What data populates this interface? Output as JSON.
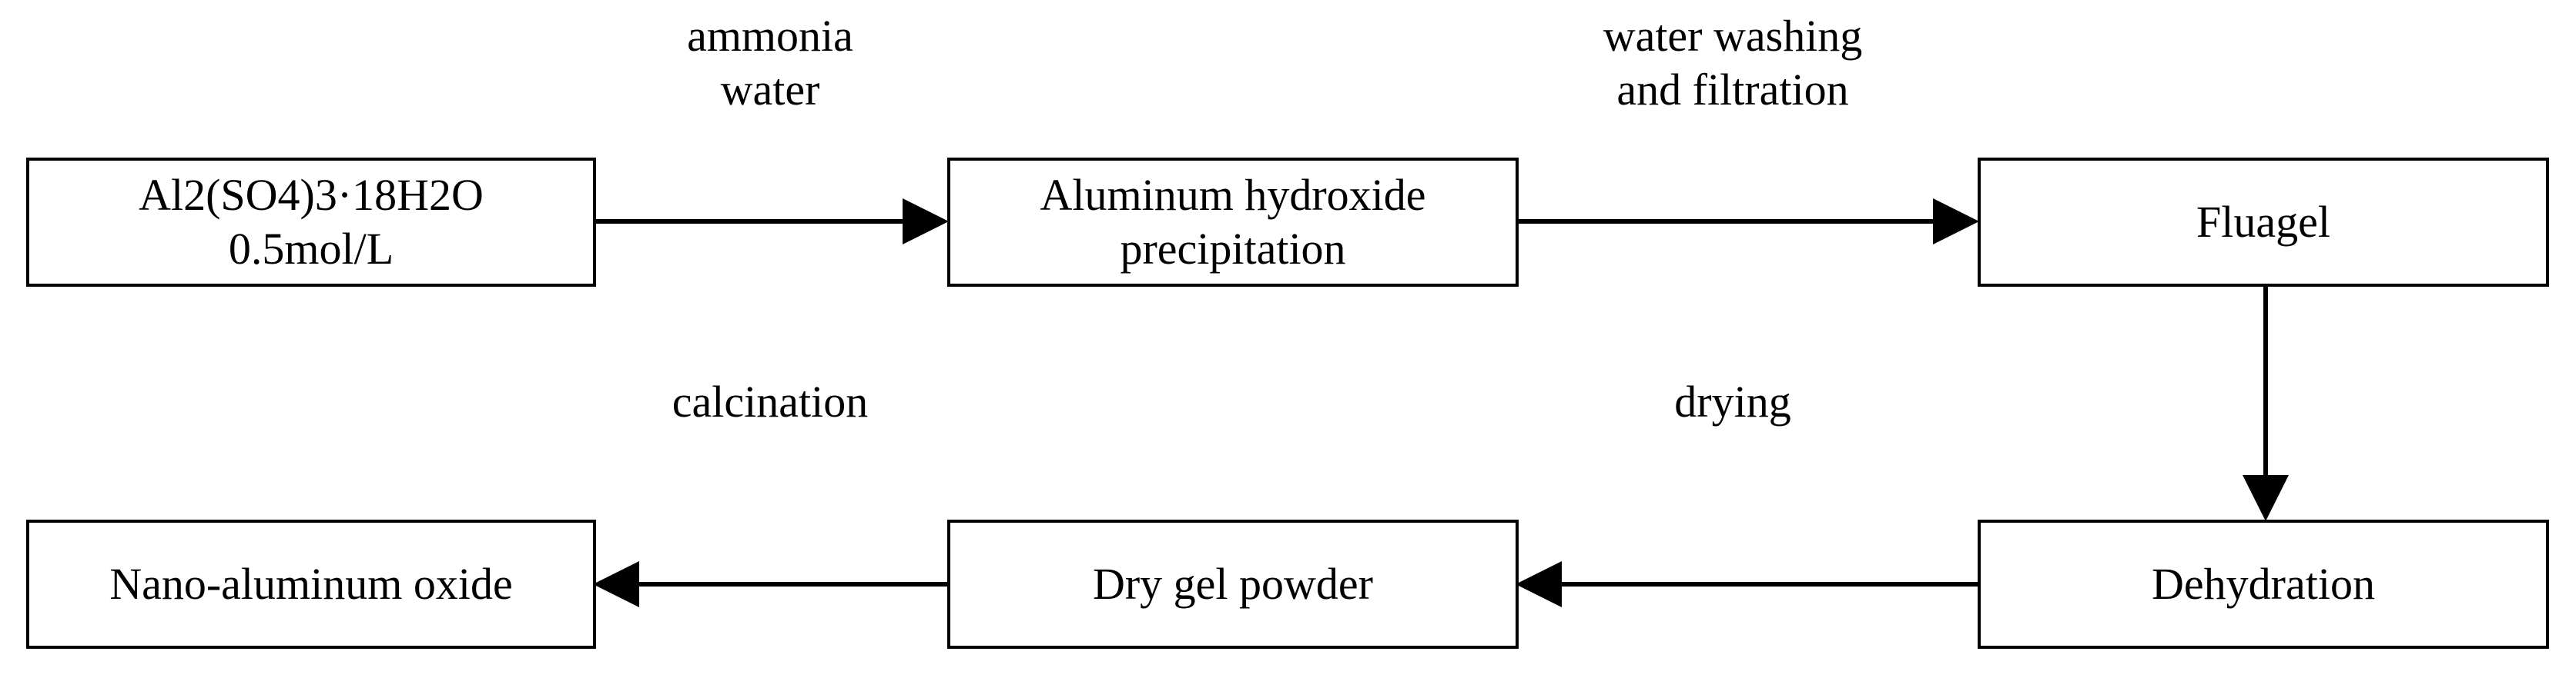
{
  "diagram": {
    "nodes": [
      {
        "id": "n1",
        "lines": [
          "Al2(SO4)3·18H2O",
          "0.5mol/L"
        ]
      },
      {
        "id": "n2",
        "lines": [
          "Aluminum hydroxide",
          "precipitation"
        ]
      },
      {
        "id": "n3",
        "lines": [
          "Fluagel"
        ]
      },
      {
        "id": "n4",
        "lines": [
          "Dehydration"
        ]
      },
      {
        "id": "n5",
        "lines": [
          "Dry gel powder"
        ]
      },
      {
        "id": "n6",
        "lines": [
          "Nano-aluminum oxide"
        ]
      }
    ],
    "edge_labels": [
      {
        "id": "e1",
        "lines": [
          "ammonia",
          "water"
        ]
      },
      {
        "id": "e2",
        "lines": [
          "water washing",
          "and filtration"
        ]
      },
      {
        "id": "e3",
        "lines": [
          "calcination"
        ]
      },
      {
        "id": "e4",
        "lines": [
          "drying"
        ]
      }
    ],
    "edges": [
      {
        "from": "n1",
        "to": "n2"
      },
      {
        "from": "n2",
        "to": "n3"
      },
      {
        "from": "n3",
        "to": "n4"
      },
      {
        "from": "n4",
        "to": "n5"
      },
      {
        "from": "n5",
        "to": "n6"
      }
    ]
  }
}
